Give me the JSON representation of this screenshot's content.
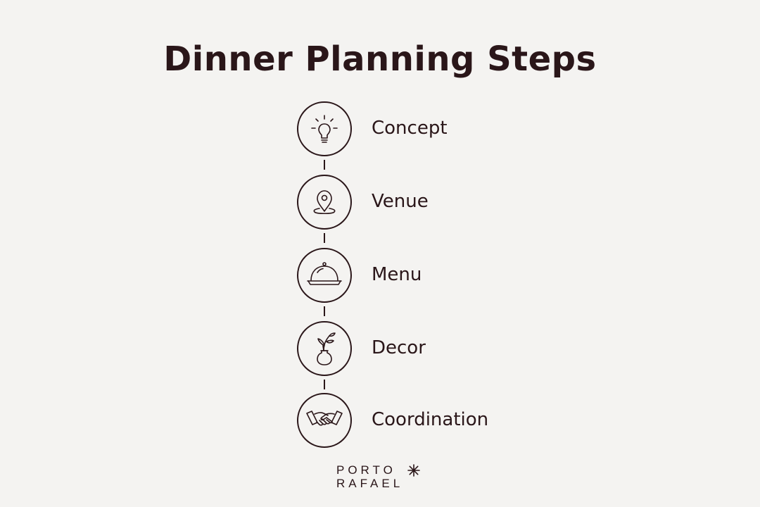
{
  "title": "Dinner Planning Steps",
  "steps": [
    {
      "label": "Concept",
      "icon": "lightbulb-icon"
    },
    {
      "label": "Venue",
      "icon": "map-pin-icon"
    },
    {
      "label": "Menu",
      "icon": "cloche-icon"
    },
    {
      "label": "Decor",
      "icon": "vase-icon"
    },
    {
      "label": "Coordination",
      "icon": "handshake-icon"
    }
  ],
  "logo": {
    "line1": "PORTO",
    "line2": "RAFAEL"
  },
  "colors": {
    "background": "#f4f3f1",
    "ink": "#2a1619"
  }
}
